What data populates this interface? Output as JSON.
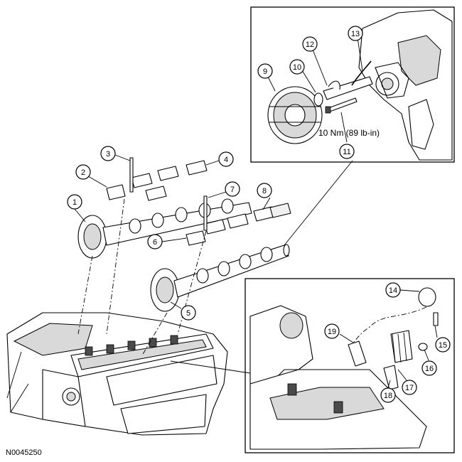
{
  "figure_id": "N0045250",
  "torque_spec": "10 Nm (89 lb-in)",
  "callouts": [
    "1",
    "2",
    "3",
    "4",
    "5",
    "6",
    "7",
    "8",
    "9",
    "10",
    "11",
    "12",
    "13",
    "14",
    "15",
    "16",
    "17",
    "18",
    "19"
  ]
}
